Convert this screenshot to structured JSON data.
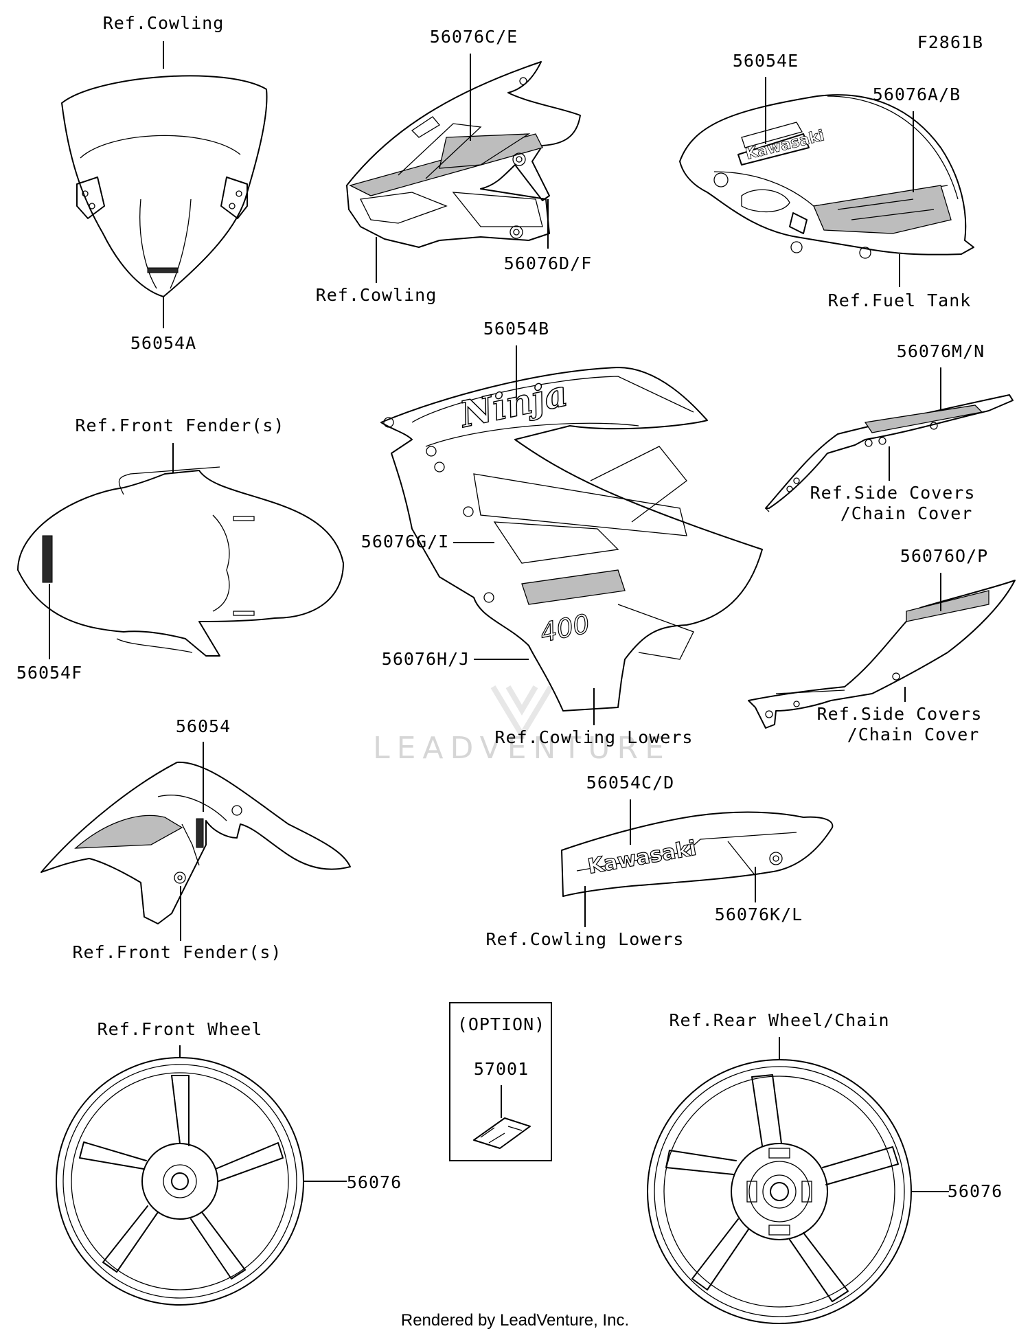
{
  "figure_code": "F2861B",
  "labels": {
    "windshield_ref": "Ref.Cowling",
    "windshield_part": "56054A",
    "upper_cowl_top": "56076C/E",
    "upper_cowl_bottom": "56076D/F",
    "upper_cowl_ref": "Ref.Cowling",
    "tank_part_a": "56054E",
    "tank_part_b": "56076A/B",
    "tank_ref": "Ref.Fuel Tank",
    "fender_ref_top": "Ref.Front Fender(s)",
    "fender_part": "56054F",
    "fairing_part_top": "56054B",
    "fairing_part_mid": "56076G/I",
    "fairing_part_low": "56076H/J",
    "fairing_ref": "Ref.Cowling Lowers",
    "side_cover_top_part": "56076M/N",
    "side_cover_top_ref1": "Ref.Side Covers",
    "side_cover_top_ref2": "/Chain Cover",
    "side_cover_bot_part": "56076O/P",
    "side_cover_bot_ref1": "Ref.Side Covers",
    "side_cover_bot_ref2": "/Chain Cover",
    "front_fender2_part": "56054",
    "front_fender2_ref": "Ref.Front Fender(s)",
    "lower_cowl_part_top": "56054C/D",
    "lower_cowl_part_right": "56076K/L",
    "lower_cowl_ref": "Ref.Cowling Lowers",
    "front_wheel_ref": "Ref.Front Wheel",
    "front_wheel_part": "56076",
    "option_title": "(OPTION)",
    "option_part": "57001",
    "rear_wheel_ref": "Ref.Rear Wheel/Chain",
    "rear_wheel_part": "56076"
  },
  "decal_text": {
    "ninja": "Ninja",
    "kawasaki": "Kawasaki",
    "model": "400"
  },
  "watermark": "LEADVENTURE",
  "footer": "Rendered by LeadVenture, Inc."
}
